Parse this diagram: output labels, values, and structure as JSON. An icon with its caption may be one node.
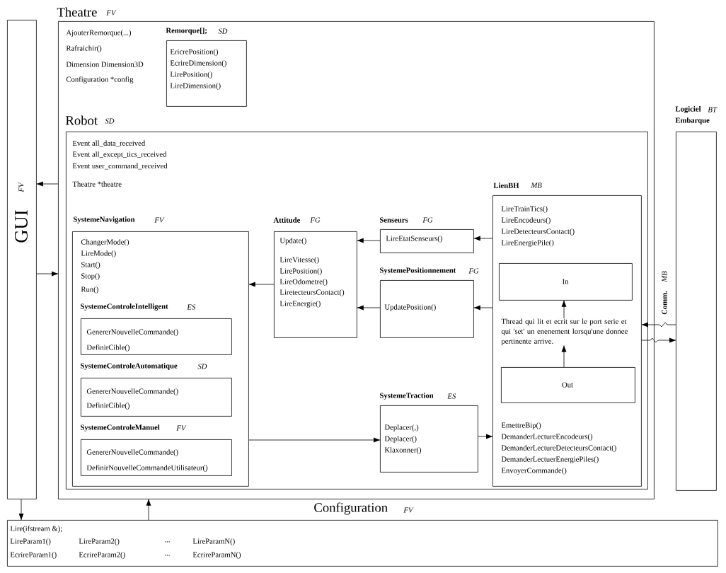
{
  "diagram": {
    "nodes": [
      {
        "text": [
          "GUI",
          "FV"
        ]
      },
      {
        "text": [
          "Theatre",
          "FV",
          "AjouterRemorque(...)",
          "Rafraichir()",
          "Dimension Dimension3D",
          "Configuration *config"
        ]
      },
      {
        "text": [
          "Remorque[];",
          "SD",
          "EricrePosition()",
          "EcrireDimension()",
          "LirePosition()",
          "LireDimension()"
        ],
        "in": 1
      },
      {
        "text": [
          "Robot",
          "SD",
          "Event all_data_received",
          "Event all_except_tics_received",
          "Event user_command_received",
          "Theatre *theatre"
        ],
        "in": 1
      },
      {
        "text": [
          "SystemeNavigation",
          "FV",
          "ChangerMode()",
          "LireMode()",
          "Start()",
          "Stop()",
          "Run()"
        ],
        "in": 3
      },
      {
        "text": [
          "SystemeControleIntelligent",
          "ES",
          "GenererNouvelleCommande()",
          "DefinirCible()"
        ],
        "in": 4
      },
      {
        "text": [
          "SystemeControleAutomatique",
          "SD",
          "GenererNouvelleCommande()",
          "DefinirCible()"
        ],
        "in": 4
      },
      {
        "text": [
          "SystemeControleManuel",
          "FV",
          "GenererNouvelleCommande()",
          "DefinirNouvelleCommandeUtilisateur()"
        ],
        "in": 4
      },
      {
        "text": [
          "Attitude",
          "FG",
          "Update()",
          "LireVitesse()",
          "LirePosition()",
          "LireOdometre()",
          "LiretecteursContact()",
          "LireEnergie()"
        ],
        "in": 3
      },
      {
        "text": [
          "Senseurs",
          "FG",
          "LireEtatSenseurs()"
        ],
        "in": 3
      },
      {
        "text": [
          "SystemePositionnement",
          "FG",
          "UpdatePosition()"
        ],
        "in": 3
      },
      {
        "text": [
          "SystemeTraction",
          "ES",
          "Deplacer(,)",
          "Deplacer()",
          "Klaxonner()"
        ],
        "in": 3
      },
      {
        "text": [
          "LienBH",
          "MB",
          "LireTrainTics()",
          "LireEncodeurs()",
          "LireDetecteursContact()",
          "LireEnergiePile()",
          "EmettreBip()",
          "DemanderLectureEncodeurs()",
          "DemanderLectureDetecteursContact()",
          "DemanderLectuerEnergiePiles()",
          "EnvoyerCommande()"
        ],
        "in": 3
      },
      {
        "text": [
          "In"
        ],
        "in": 12
      },
      {
        "text": [
          "Thread qui lit et ecrit sur le port serie et qui 'set' un enenement lorsqu'une donnee pertinente arrive."
        ],
        "in": 12
      },
      {
        "text": [
          "Out"
        ],
        "in": 12
      },
      {
        "text": [
          "Logiciel",
          "BT",
          "Embarque"
        ]
      },
      {
        "text": [
          "Configuration",
          "FV",
          "Lire(ifstream &);",
          "LireParam1()",
          "LireParam2()",
          "...",
          "LireParamN()",
          "EcrireParam1()",
          "EcrireParam2()",
          "...",
          "EcrireParamN()"
        ]
      }
    ],
    "edges": [
      {
        "from": 1,
        "to": 0,
        "arrow": "to"
      },
      {
        "from": 0,
        "to": 1,
        "arrow": "to"
      },
      {
        "from": 0,
        "to": 17,
        "arrow": "to"
      },
      {
        "from": 17,
        "to": 1,
        "arrow": "to"
      },
      {
        "from": 8,
        "to": 4,
        "arrow": "to"
      },
      {
        "from": 9,
        "to": 8,
        "arrow": "to"
      },
      {
        "from": 10,
        "to": 8,
        "arrow": "to"
      },
      {
        "from": 12,
        "to": 9,
        "arrow": "to"
      },
      {
        "from": 12,
        "to": 10,
        "arrow": "to"
      },
      {
        "from": 4,
        "to": 11,
        "arrow": "to"
      },
      {
        "from": 11,
        "to": 12,
        "arrow": "to"
      },
      {
        "from": 15,
        "to": 14,
        "arrow": "to"
      },
      {
        "from": 14,
        "to": 13,
        "arrow": "to"
      },
      {
        "from": 16,
        "to": 12,
        "arrow": "to"
      },
      {
        "from": 12,
        "to": 16,
        "arrow": "to"
      }
    ],
    "labels": [
      "Comm.",
      "MB"
    ]
  }
}
